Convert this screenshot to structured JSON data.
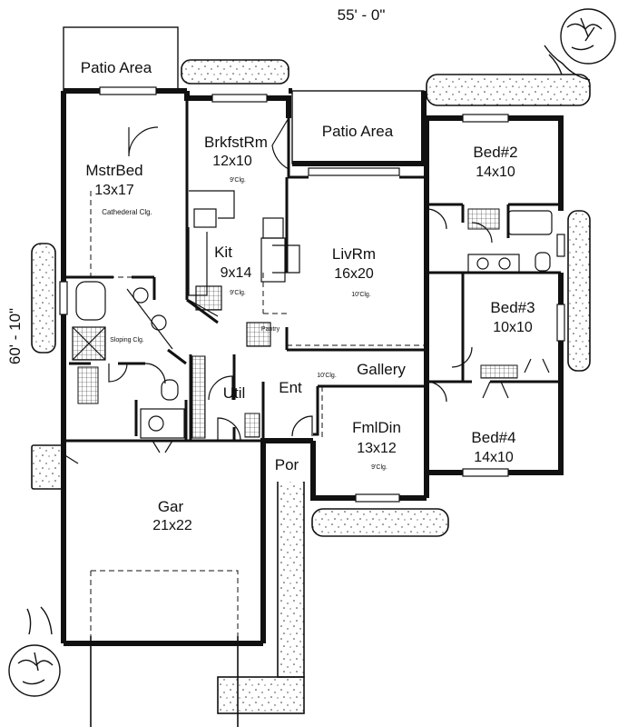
{
  "dimensions": {
    "width_label": "55' - 0\"",
    "depth_label": "60' - 10\""
  },
  "rooms": [
    {
      "id": "patio-left",
      "name": "Patio Area"
    },
    {
      "id": "patio-center",
      "name": "Patio Area"
    },
    {
      "id": "patio-bottom",
      "name": ""
    },
    {
      "id": "master-bed",
      "name": "MstrBed",
      "size": "13x17",
      "note": "Cathederal Clg."
    },
    {
      "id": "breakfast",
      "name": "BrkfstRm",
      "size": "12x10",
      "note": "9'Clg."
    },
    {
      "id": "kitchen",
      "name": "Kit",
      "size": "9x14",
      "note": "9'Clg."
    },
    {
      "id": "pantry",
      "name": "Pantry"
    },
    {
      "id": "living",
      "name": "LivRm",
      "size": "16x20",
      "note": "10'Clg."
    },
    {
      "id": "bed2",
      "name": "Bed#2",
      "size": "14x10"
    },
    {
      "id": "bed3",
      "name": "Bed#3",
      "size": "10x10"
    },
    {
      "id": "bed4",
      "name": "Bed#4",
      "size": "14x10"
    },
    {
      "id": "gallery",
      "name": "Gallery",
      "note": "10'Clg."
    },
    {
      "id": "sloping",
      "name": "Sloping Clg."
    },
    {
      "id": "utility",
      "name": "Util"
    },
    {
      "id": "entry",
      "name": "Ent"
    },
    {
      "id": "porch",
      "name": "Por"
    },
    {
      "id": "family-dining",
      "name": "FmlDin",
      "size": "13x12",
      "note": "9'Clg."
    },
    {
      "id": "garage",
      "name": "Gar",
      "size": "21x22"
    }
  ]
}
